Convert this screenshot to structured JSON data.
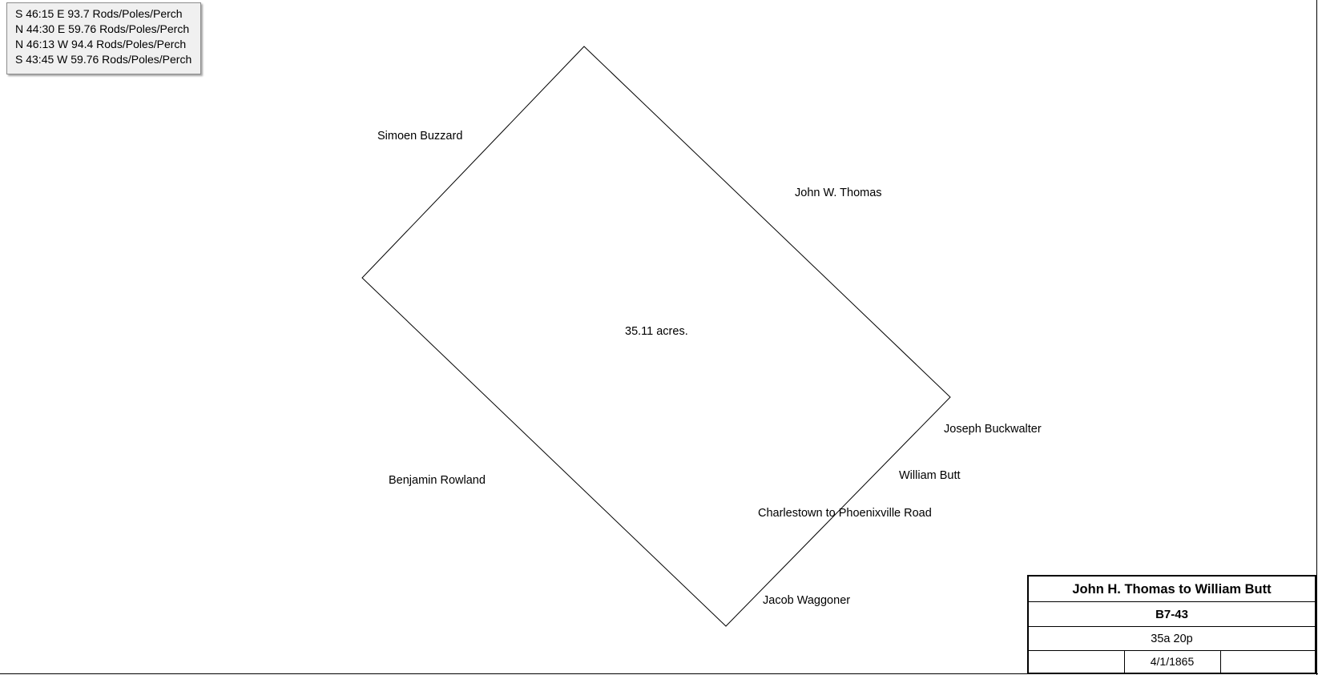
{
  "legend": {
    "calls": [
      "S 46:15 E 93.7 Rods/Poles/Perch",
      "N 44:30 E 59.76 Rods/Poles/Perch",
      "N 46:13 W 94.4 Rods/Poles/Perch",
      "S 43:45 W 59.76 Rods/Poles/Perch"
    ]
  },
  "plot": {
    "area_label": "35.11 acres.",
    "line_color": "#000000"
  },
  "adjoiners": {
    "northwest": "Simoen Buzzard",
    "northeast": "John W. Thomas",
    "east": "Joseph Buckwalter",
    "east_inner": "William Butt",
    "road": "Charlestown to Phoenixville Road",
    "southwest": "Benjamin Rowland",
    "south": "Jacob Waggoner"
  },
  "title_block": {
    "title": "John H. Thomas to William Butt",
    "deed_id": "B7-43",
    "area": "35a 20p",
    "date": "4/1/1865",
    "left_cell": "",
    "right_cell": ""
  }
}
